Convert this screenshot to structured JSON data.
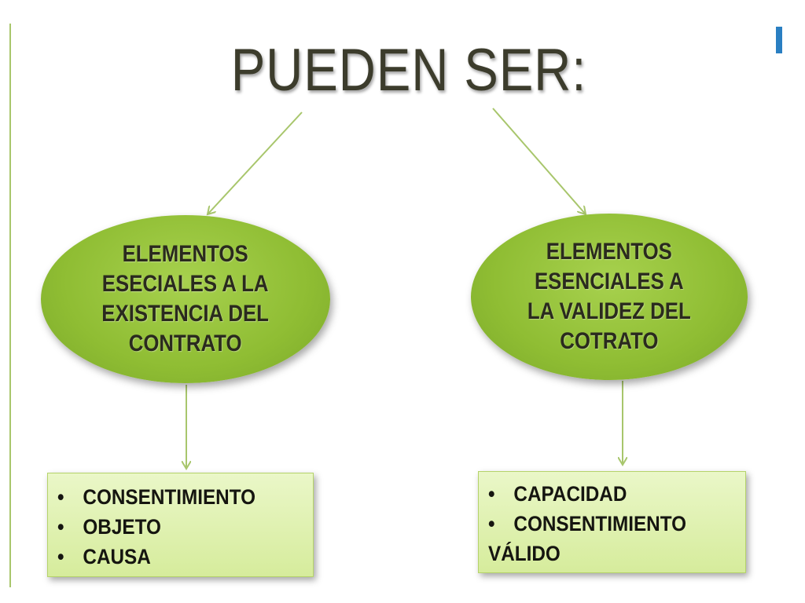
{
  "title": "PUEDEN SER:",
  "left_node": {
    "lines": [
      "ELEMENTOS",
      "ESECIALES A LA",
      "EXISTENCIA DEL",
      "CONTRATO"
    ],
    "items": [
      "CONSENTIMIENTO",
      "OBJETO",
      "CAUSA"
    ]
  },
  "right_node": {
    "lines": [
      "ELEMENTOS",
      "ESENCIALES A",
      "LA VALIDEZ DEL",
      "COTRATO"
    ],
    "items": [
      "CAPACIDAD",
      "CONSENTIMIENTO"
    ],
    "continuation": "VÁLIDO"
  },
  "bullet_char": "•",
  "colors": {
    "ellipse_fill": "#8fbd33",
    "box_fill": "#e2f3b4",
    "connector": "#a8c66c",
    "accent_mark": "#2a7fc2",
    "title_text": "#3c3c2c"
  }
}
